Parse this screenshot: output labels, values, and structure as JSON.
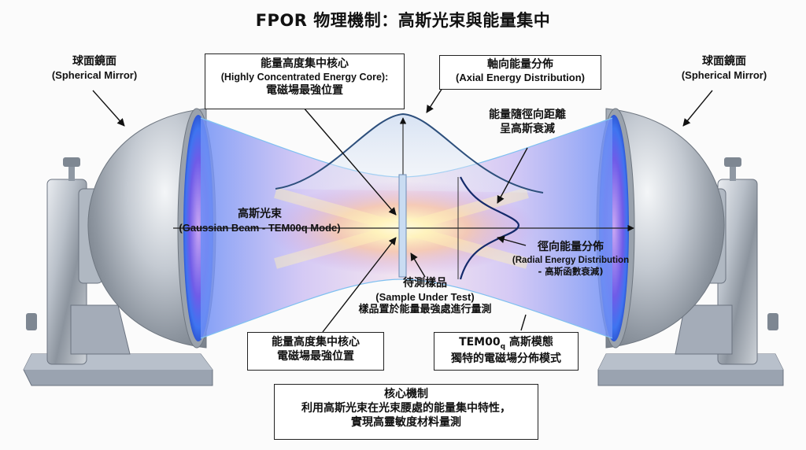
{
  "title": "FPOR 物理機制：高斯光束與能量集中",
  "labels": {
    "left_mirror": {
      "zh": "球面鏡面",
      "en": "(Spherical Mirror)"
    },
    "right_mirror": {
      "zh": "球面鏡面",
      "en": "(Spherical Mirror)"
    },
    "core_top": {
      "zh": "能量高度集中核心",
      "en": "(Highly Concentrated Energy Core):",
      "zh2": "電磁場最強位置"
    },
    "axial": {
      "zh": "軸向能量分佈",
      "en": "(Axial Energy Distribution)"
    },
    "radial_decay": {
      "line1": "能量隨徑向距離",
      "line2": "呈高斯衰減"
    },
    "beam": {
      "zh": "高斯光束",
      "en": "(Gaussian Beam - TEM00q Mode)"
    },
    "radial": {
      "zh": "徑向能量分佈",
      "en": "(Radial Energy Distribution",
      "en2": "- 高斯函數衰減)"
    },
    "sample": {
      "zh": "待測樣品",
      "en": "(Sample Under Test)",
      "zh2": "樣品置於能量最強處進行量測"
    },
    "core_bottom": {
      "line1": "能量高度集中核心",
      "line2": "電磁場最強位置"
    },
    "mode": {
      "prefix": "TEM00",
      "sub": "q",
      "suffix": " 高斯模態",
      "line2": "獨特的電磁場分佈模式"
    },
    "mechanism": {
      "line1": "核心機制",
      "line2": "利用高斯光束在光束腰處的能量集中特性，",
      "line3": "實現高靈敏度材料量測"
    }
  },
  "colors": {
    "beam_blue": "#5b7cf0",
    "beam_purple": "#b48be8",
    "core_yellow": "#fff2b0",
    "metal": "#a9b0ba",
    "curve": "#2d4f7c"
  }
}
